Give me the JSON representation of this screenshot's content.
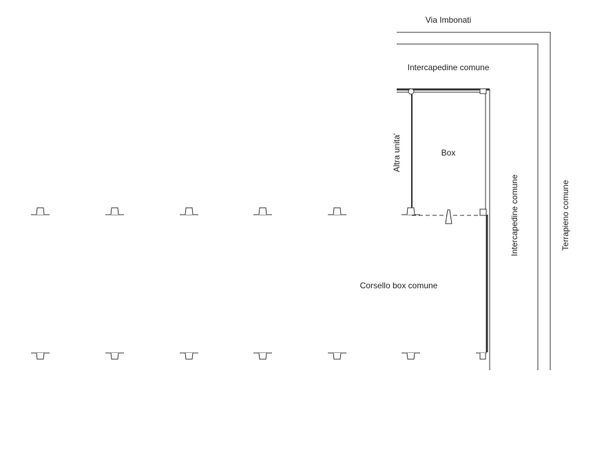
{
  "labels": {
    "street": "Via Imbonati",
    "gap_top": "Intercapedine comune",
    "other_unit": "Altra unita'",
    "box": "Box",
    "gap_right": "Intercapedine comune",
    "ground": "Terrapieno comune",
    "corridor": "Corsello box comune"
  },
  "colors": {
    "line": "#333333",
    "text": "#222222",
    "background": "#ffffff"
  },
  "pillar_rows": {
    "top_row_count": 6,
    "bottom_row_count": 7
  }
}
